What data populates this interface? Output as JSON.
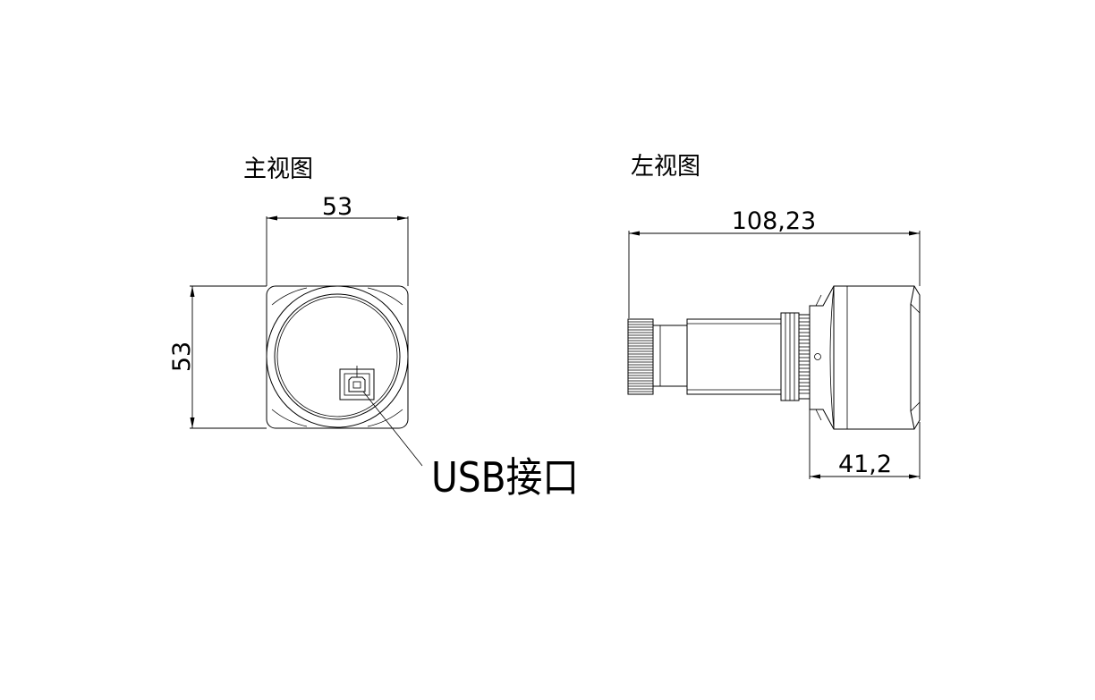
{
  "front_view": {
    "title": "主视图",
    "width_dim": "53",
    "height_dim": "53",
    "callout": "USB接口"
  },
  "left_view": {
    "title": "左视图",
    "total_length_dim": "108,23",
    "housing_length_dim": "41,2"
  }
}
